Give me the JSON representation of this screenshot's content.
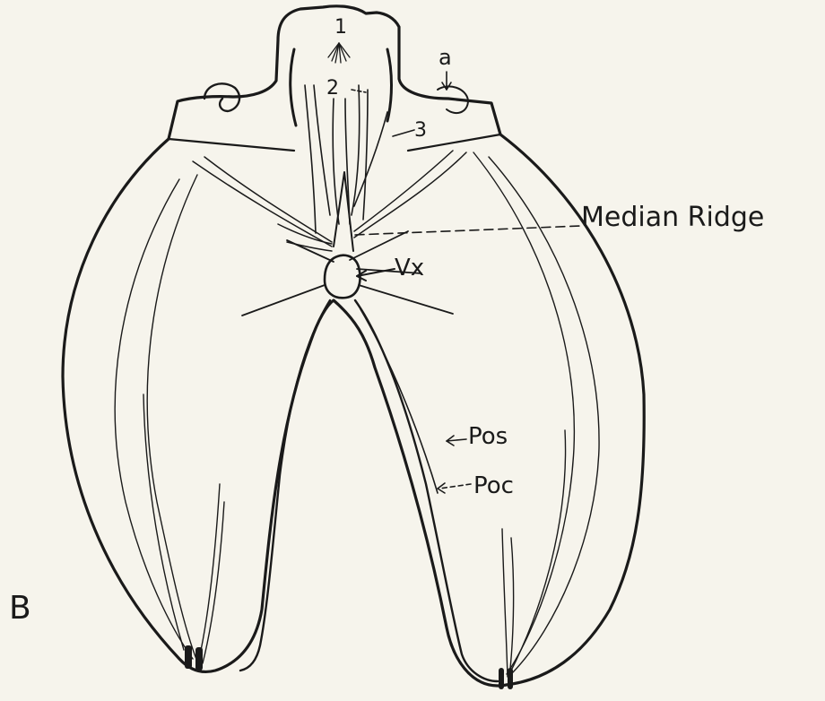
{
  "figure_letter": "B",
  "labels": {
    "l1": "1",
    "l2": "2",
    "l3": "3",
    "la": "a",
    "median": "Median Ridge",
    "vx": "Vx",
    "pos": "Pos",
    "poc": "Poc"
  },
  "colors": {
    "ink": "#1a1a1a",
    "paper": "#f6f4ec"
  }
}
